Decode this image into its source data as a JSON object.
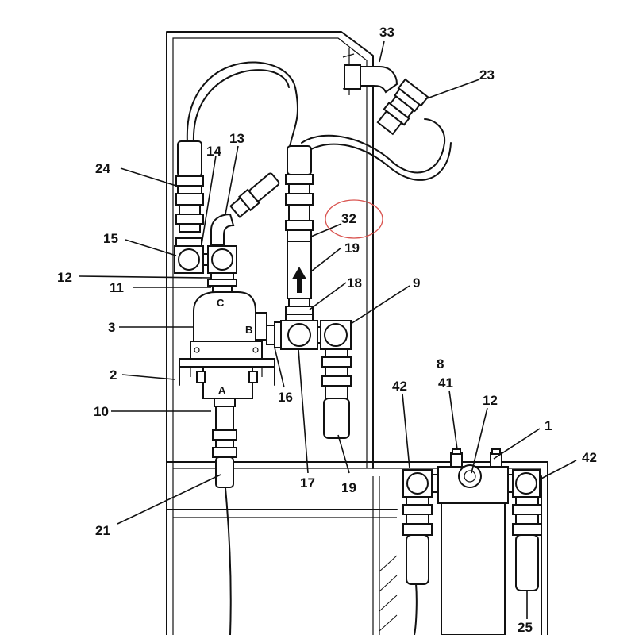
{
  "ports": {
    "a": "A",
    "b": "B",
    "c": "C"
  },
  "labels": {
    "n33": "33",
    "n23": "23",
    "n24": "24",
    "n14": "14",
    "n13": "13",
    "n32": "32",
    "n15": "15",
    "n19a": "19",
    "n12a": "12",
    "n11": "11",
    "n18": "18",
    "n9": "9",
    "n3": "3",
    "n2": "2",
    "n16": "16",
    "n10": "10",
    "n17": "17",
    "n19b": "19",
    "n21": "21",
    "n42a": "42",
    "n8": "8",
    "n41": "41",
    "n12b": "12",
    "n1": "1",
    "n42b": "42",
    "n25": "25"
  },
  "highlight": {
    "callout": "32",
    "color": "#d9534f"
  }
}
